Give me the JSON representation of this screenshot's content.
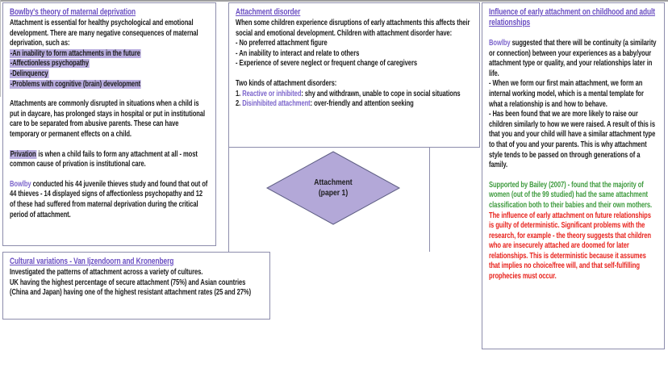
{
  "colors": {
    "title_purple": "#6a4ec2",
    "accent_purple": "#7d66cc",
    "highlight": "#b9addf",
    "border": "#8d8dac",
    "diamond_fill": "#b3a8d8",
    "diamond_stroke": "#5f5f84",
    "green": "#3f9b3f",
    "red": "#e8231d",
    "text": "#1c1c1c"
  },
  "diamond": {
    "line1": "Attachment",
    "line2": "(paper 1)"
  },
  "boxes": {
    "maternal": {
      "title": "Bowlby's theory of maternal deprivation",
      "intro": "Attachment is essential for healthy psychological and emotional development. There are many negative consequences of maternal deprivation, such as:",
      "highlights": [
        "-An inability to form attachments in the future",
        "-Affectionless psychopathy",
        "-Delinquency",
        "-Problems with cognitive (brain) development"
      ],
      "para2": "Attachments are commonly disrupted in situations when a child is put in daycare, has prolonged stays in hospital or put in institutional care to be separated from abusive parents. These can have temporary or permanent effects on a child.",
      "privation_term": "Privation",
      "privation_rest": " is when a child fails to form any attachment at all - most common cause of privation is institutional care.",
      "bowlby_term": "Bowlby",
      "bowlby_rest": " conducted his 44 juvenile thieves study and found that out of 44 thieves - 14 displayed signs of affectionless psychopathy and 12 of these had suffered from maternal deprivation during the critical period of attachment."
    },
    "disorder": {
      "title": "Attachment disorder",
      "intro": "When some children experience disruptions of early attachments this affects their social and emotional development. Children with attachment disorder have:",
      "bullets": [
        "- No preferred attachment figure",
        "- An inability to interact and relate to others",
        "- Experience of severe neglect or frequent change of caregivers"
      ],
      "kinds_label": "Two kinds of attachment disorders:",
      "kind1_num": "1. ",
      "kind1_term": "Reactive or inhibited",
      "kind1_rest": ": shy and withdrawn, unable to cope in social situations",
      "kind2_num": "2. ",
      "kind2_term": "Disinhibited attachment",
      "kind2_rest": ": over-friendly and attention seeking"
    },
    "cultural": {
      "title": "Cultural variations - Van Ijzendoorn and Kronenberg",
      "line1": "Investigated the patterns of attachment across a variety of cultures.",
      "line2": "UK having the highest percentage of secure attachment (75%) and Asian countries (China and Japan) having one of the highest resistant attachment rates (25 and 27%)"
    },
    "influence": {
      "title": "Influence of early attachment on childhood and adult relationships",
      "bowlby_term": "Bowlby",
      "bowlby_rest": " suggested that there will be continuity (a similarity or connection) between your experiences as a baby/your attachment type or quality, and your relationships later in life.",
      "point1": "- When we form our first main attachment, we form an internal working model, which is a mental template for what a relationship is and how to behave.",
      "point2": "- Has been found that we are more likely to raise our children similarly to how we were raised. A result of this is that you and your child will have a similar attachment type to that of you and your parents. This is why attachment style tends to be passed on through generations of a family.",
      "support_green": "Supported by Bailey (2007) - found that the majority of women (out of the 99 studied) had the same attachment classification both to their babies and their own mothers.",
      "critique_red": "The influence of early attachment on future relationships is guilty of deterministic. Significant problems with the research, for example - the theory suggests that children who are insecurely attached are doomed for later relationships. This is deterministic because it assumes that implies no choice/free will, and that self-fulfilling prophecies must occur."
    }
  }
}
